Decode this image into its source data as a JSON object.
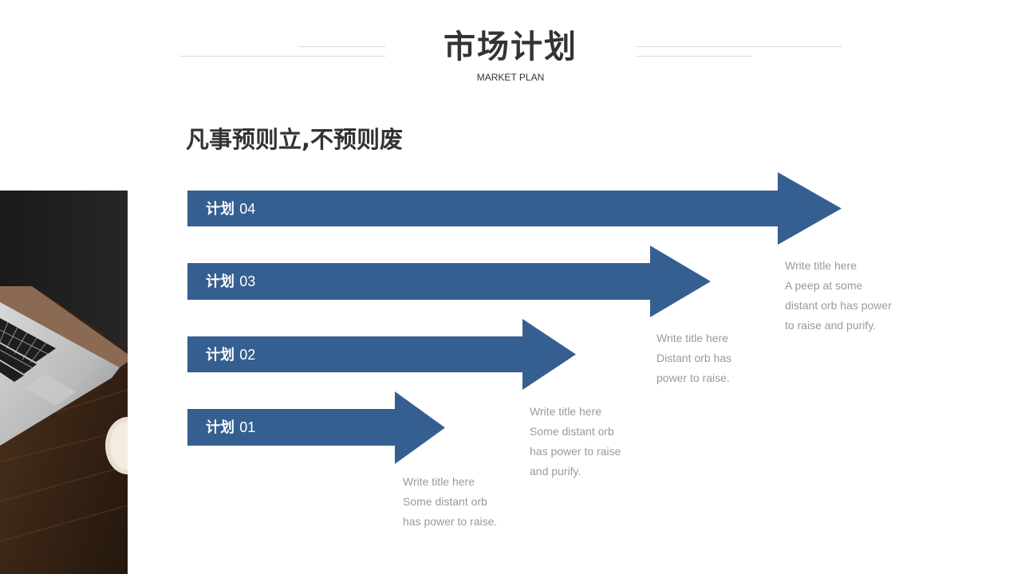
{
  "header": {
    "title": "市场计划",
    "subtitle": "MARKET PLAN"
  },
  "headline": "凡事预则立,不预则废",
  "plans": [
    {
      "label_cn": "计划",
      "label_num": "04",
      "color": "#365f91",
      "desc": [
        "Write title here",
        "A peep at some",
        "distant orb has power",
        "to raise and purify."
      ]
    },
    {
      "label_cn": "计划",
      "label_num": "03",
      "color": "#365f91",
      "desc": [
        "Write title here",
        "Distant orb has",
        "power to raise."
      ]
    },
    {
      "label_cn": "计划",
      "label_num": "02",
      "color": "#365f91",
      "desc": [
        "Write title here",
        "Some distant orb",
        "has power to raise",
        "and purify."
      ]
    },
    {
      "label_cn": "计划",
      "label_num": "01",
      "color": "#365f91",
      "desc": [
        "Write title here",
        "Some distant orb",
        "has power to raise."
      ]
    }
  ],
  "colors": {
    "accent": "#365f91",
    "title_text": "#333333",
    "desc_text": "#9a9a9a"
  },
  "image": {
    "subject": "laptop-on-wooden-desk-photo"
  }
}
